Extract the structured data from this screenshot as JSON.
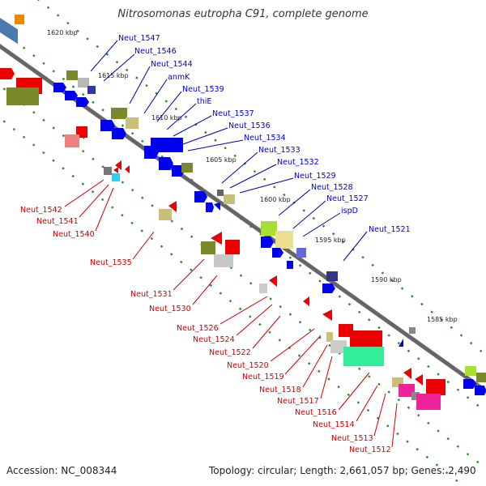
{
  "title": "Nitrosomonas eutropha C91, complete genome",
  "accession": "Accession: NC_008344",
  "topology": "Topology: circular; Length: 2,661,057 bp; Genes: 2,490",
  "colors": {
    "blue": "#0000ee",
    "red": "#ee0000",
    "olive": "#7a8a2a",
    "khaki": "#c8c07a",
    "lime": "#a8e030",
    "green": "#33ee99",
    "pink": "#ee2299",
    "gray": "#888888",
    "dotted": "#2a8a2a",
    "backbone": "#666666"
  },
  "kbp_markers": [
    "1620 kbp",
    "1615 kbp",
    "1610 kbp",
    "1605 kbp",
    "1600 kbp",
    "1595 kbp",
    "1590 kbp",
    "1585 kbp"
  ],
  "forward_genes": [
    "Neut_1547",
    "Neut_1546",
    "Neut_1544",
    "anmK",
    "Neut_1539",
    "thiE",
    "Neut_1537",
    "Neut_1536",
    "Neut_1534",
    "Neut_1533",
    "Neut_1532",
    "Neut_1529",
    "Neut_1528",
    "Neut_1527",
    "ispD",
    "Neut_1521"
  ],
  "reverse_genes": [
    "Neut_1542",
    "Neut_1541",
    "Neut_1540",
    "Neut_1535",
    "Neut_1531",
    "Neut_1530",
    "Neut_1526",
    "Neut_1524",
    "Neut_1522",
    "Neut_1520",
    "Neut_1519",
    "Neut_1518",
    "Neut_1517",
    "Neut_1516",
    "Neut_1514",
    "Neut_1513",
    "Neut_1512"
  ]
}
